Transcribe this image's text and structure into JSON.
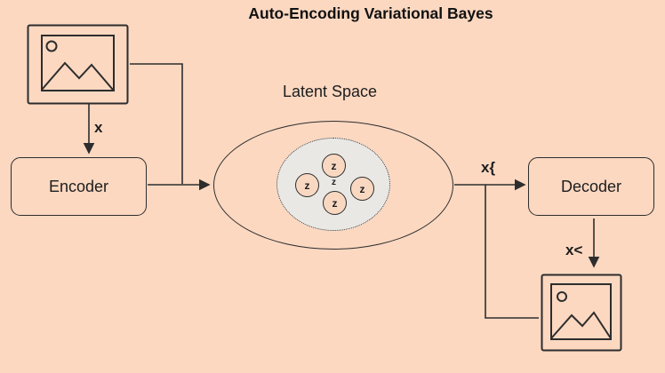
{
  "diagram": {
    "title": "Auto-Encoding Variational Bayes",
    "encoder_label": "Encoder",
    "decoder_label": "Decoder",
    "latent_label": "Latent Space",
    "input_label": "x",
    "latent_output_label": "x{",
    "reconstruction_label": "x<",
    "z_labels": [
      "z",
      "z",
      "z",
      "z"
    ],
    "center_z_label": "z",
    "colors": {
      "background": "#fcd8c1",
      "stroke": "#2d2d2d",
      "inner_ellipse_fill": "#eae8e4",
      "z_circle_fill": "#f9d8c2"
    }
  }
}
